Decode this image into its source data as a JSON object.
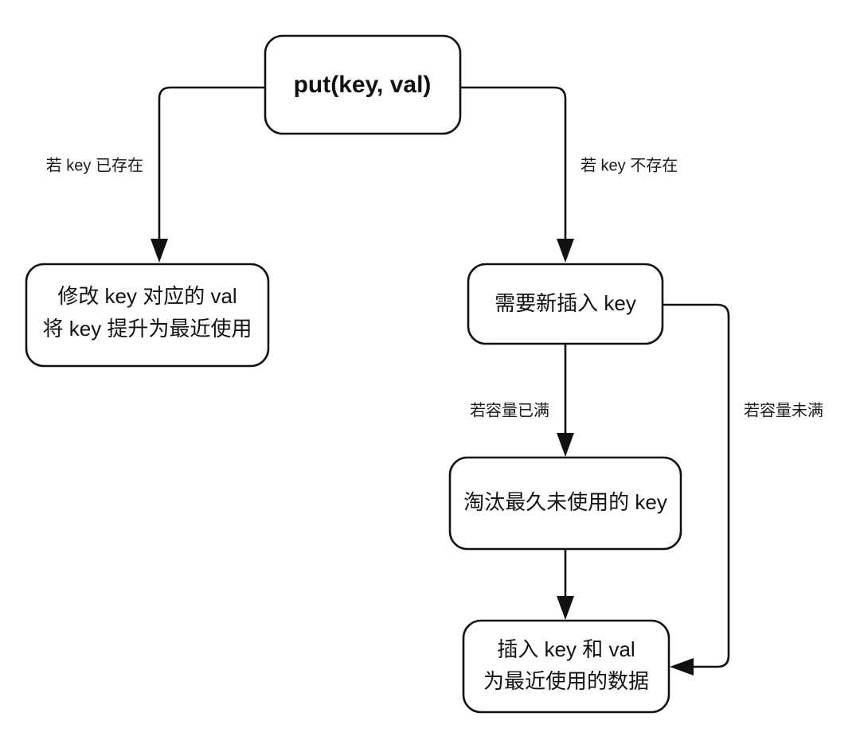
{
  "diagram": {
    "title": "put(key, val) LRU flowchart",
    "background_color": "#ffffff",
    "stroke_color": "#111111",
    "text_color": "#111111",
    "nodes": {
      "root": {
        "label": "put(key, val)"
      },
      "exists": {
        "line1": "修改 key 对应的 val",
        "line2": "将 key 提升为最近使用"
      },
      "insert": {
        "label": "需要新插入 key"
      },
      "evict": {
        "label": "淘汰最久未使用的 key"
      },
      "store": {
        "line1": "插入 key 和 val",
        "line2": "为最近使用的数据"
      }
    },
    "edges": {
      "key_exists": {
        "label": "若 key 已存在"
      },
      "key_absent": {
        "label": "若 key 不存在"
      },
      "capacity_full": {
        "label": "若容量已满"
      },
      "capacity_free": {
        "label": "若容量未满"
      }
    }
  }
}
